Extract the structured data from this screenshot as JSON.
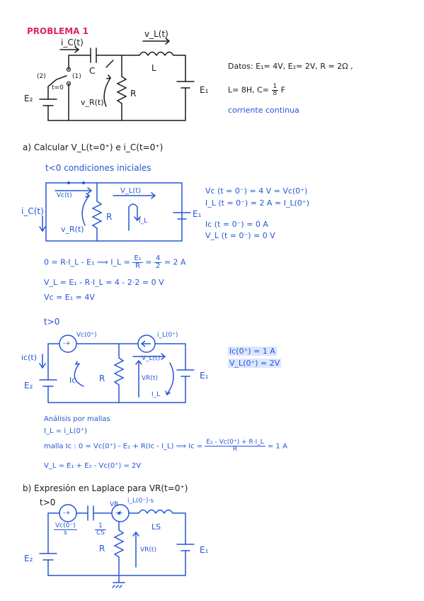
{
  "title": "PROBLEMA 1",
  "colors": {
    "red": "#e0245e",
    "ink": "#1a1a1a",
    "blue": "#2456d6",
    "highlight": "#dbe6ff"
  },
  "c1": {
    "ic": "i_C(t)",
    "vl": "v_L(t)",
    "C": "C",
    "L": "L",
    "R": "R",
    "vr": "v_R(t)",
    "E2": "E₂",
    "E1": "E₁",
    "sw2": "(2)",
    "sw1": "(1)",
    "t0": "t=0"
  },
  "datos": {
    "line1": "Datos: E₁= 4V, E₂= 2V, R = 2Ω ,",
    "line2a": "L= 8H, C=",
    "line2n": "1",
    "line2d": "8",
    "line2b": "F",
    "line3": "corriente continua"
  },
  "a": {
    "heading": "a) Calcular  V_L(t=0⁺) e i_C(t=0⁺)",
    "sub": "t<0  condiciones iniciales",
    "c2": {
      "vc": "Vc(t)",
      "vl": "V_L(t)",
      "ic": "i_C(t)",
      "vr": "v_R(t)",
      "R": "R",
      "il": "I_L",
      "E1": "E₁"
    },
    "eqs": [
      "Vc (t = 0⁻) = 4 V = Vc(0⁺)",
      "I_L (t = 0⁻) = 2 A = I_L(0⁺)",
      "Ic (t = 0⁻) = 0 A",
      "V_L (t = 0⁻) = 0 V"
    ],
    "eq_row1a": "0 = R·I_L - E₁  ⟹  I_L =",
    "eq_row1n": "E₁",
    "eq_row1d": "R",
    "eq_row1b": "=",
    "eq_row1n2": "4",
    "eq_row1d2": "2",
    "eq_row1c": "= 2 A",
    "eq_row2": "V_L = E₁ - R·I_L = 4 - 2·2 = 0 V",
    "eq_row3": "Vc = E₁ = 4V",
    "sub2": "t>0",
    "c3": {
      "vc0": "Vc(0⁺)",
      "il0": "i_L(0⁺)",
      "ic": "ic(t)",
      "E2": "E₂",
      "icm": "Ic",
      "R": "R",
      "vr": "VR(t)",
      "vl": "V_L(t)",
      "il": "I_L",
      "E1": "E₁"
    },
    "results": [
      "Ic(0⁺) = 1 A",
      "V_L(0⁺) = 2V"
    ],
    "mallas1": "Análisis por mallas",
    "mallas2": "I_L = i_L(0⁺)",
    "mallas3a": "malla Ic :  0 = Vc(0⁺) - E₂ + R(Ic - I_L)  ⟹  Ic =",
    "mallas3n": "E₂ - Vc(0⁺) + R·I_L",
    "mallas3d": "R",
    "mallas3b": "= 1 A",
    "mallas4": "V_L = E₁ + E₂ - Vc(0⁺) = 2V"
  },
  "b": {
    "heading": "b) Expresión en Laplace para VR(t=0⁺)",
    "sub": "t>0",
    "c4": {
      "il": "i_L(0⁻)·s",
      "vr_node": "VR",
      "vcs_n": "Vc(0⁻)",
      "vcs_d": "s",
      "cs_n": "1",
      "cs_d": "CS",
      "ls": "LS",
      "E2": "E₂",
      "R": "R",
      "vr": "VR(t)",
      "E1": "E₁"
    }
  }
}
